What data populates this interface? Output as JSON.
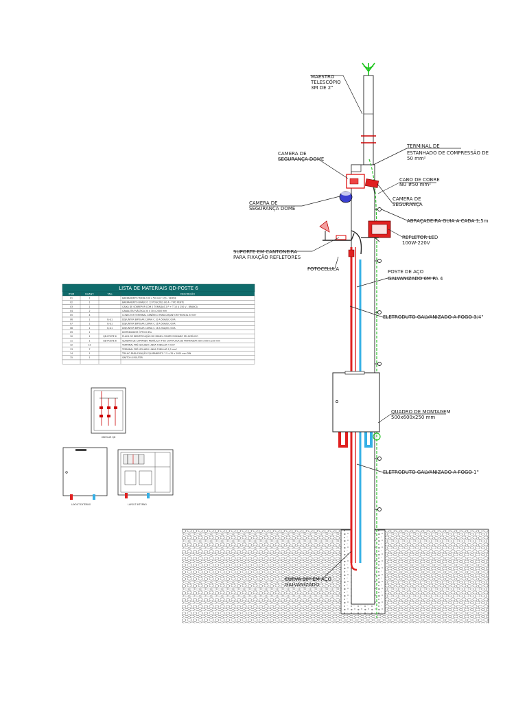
{
  "labels": {
    "mast": [
      "MAESTRO",
      "TELESCÓPIO",
      "3M DE 2\""
    ],
    "camera_dome_1": [
      "CAMERA DE",
      "SEGURANÇA DOME"
    ],
    "camera_dome_2": [
      "CAMERA DE",
      "SEGURANÇA DOME"
    ],
    "terminal": [
      "TERMINAL DE",
      "ESTANHADO DE COMPRESSÃO DE",
      "50 mm²"
    ],
    "cable": [
      "CABO DE COBRE",
      "NU #50 mm²"
    ],
    "camera": [
      "CAMERA DE",
      "SEGURANÇA"
    ],
    "clamp": "ABRAÇADEIRA GUIA A CADA 1,5m",
    "reflector": [
      "REFLETOR LED",
      "100W-220V"
    ],
    "bracket": [
      "SUPORTE EM CANTONEIRA",
      "PARA FIXAÇÃO REFLETORES"
    ],
    "photocell": "FOTOCELULA",
    "pole": [
      "POSTE DE AÇO",
      "GALVANIZADO 6M PA 4"
    ],
    "conduit_34": "ELETRODUTO GALVANIZADO A FOGO 3/4\"",
    "panel": [
      "QUADRO DE MONTAGEM",
      "500x600x250 mm"
    ],
    "conduit_1": "ELETRODUTO GALVANIZADO A FOGO 1\"",
    "curve": [
      "CURVA 90º EM AÇO",
      "GALVANIZADO"
    ]
  },
  "materials": {
    "title": "LISTA DE MATERIAIS QD-POSTE 6",
    "headers": [
      "ITEM",
      "QUANT.",
      "TAG",
      "DESCRIÇÃO"
    ],
    "rows": [
      [
        "01",
        "1",
        "",
        "BARRAMENTO TERRA 100 x 50 mm² 100 - VERDE"
      ],
      [
        "02",
        "1",
        "",
        "BARRAMENTO BIFÁSICO 12 POSIÇÕES 80 A - TIPO PENTE"
      ],
      [
        "03",
        "1",
        "",
        "CAIXA DE SOBREPOR COM 2 TOMADAS 2 P + T 10 A 250 V - BRANCA"
      ],
      [
        "04",
        "2",
        "",
        "CANALETA PLÁSTICA 30 x 30 x 2000 mm"
      ],
      [
        "05",
        "4",
        "",
        "CONECTOR TERMINAL GENÉRICO PARA DISJUNTOR FRONTAL 6 mm²"
      ],
      [
        "06",
        "1",
        "Q-G1",
        "DISJUNTOR BIPOLAR CURVA C 20 A 5KA/IEC 6 KA"
      ],
      [
        "07",
        "1",
        "Q-G1",
        "DISJUNTOR BIPOLAR CURVA C 16 A 5KA/IEC 6 KA"
      ],
      [
        "08",
        "1",
        "Q-G1",
        "DISJUNTOR BIPOLAR CURVA C 16 A 5KA/IEC 6 KA"
      ],
      [
        "09",
        "1",
        "",
        "DISTRIBUIDOR ÓPTICO 8Fo"
      ],
      [
        "10",
        "1",
        "QD-POSTE 6",
        "PLACA DE IDENTIFICAÇÃO DO PAINEL CONFECCIONADO EM ACRÍLICO"
      ],
      [
        "11",
        "1",
        "QD-POSTE 6",
        "QUADRO DE COMANDO METÁLICO IP 65 COM PLACA DE MONTAGEM 500 x 600 x 250 mm"
      ],
      [
        "12",
        "12",
        "",
        "TERMINAL PRÉ-ISOLADO LINHA TUBULAR 4 mm²"
      ],
      [
        "13",
        "7",
        "",
        "TERMINAL PRÉ-ISOLADO LINHA TUBULAR 2,5 mm²"
      ],
      [
        "14",
        "1",
        "",
        "TRILHO PARA FIXAÇÃO EQUIPAMENTO 7.5 x 35 x 2000 mm DIN"
      ],
      [
        "15",
        "1",
        "",
        "SWITCH 8 ROUTER"
      ],
      [
        "",
        "",
        "",
        ""
      ]
    ]
  },
  "small_captions": {
    "unifilar": "UNIFILAR QD",
    "external": "LAYOUT EXTERNO",
    "internal": "LAYOUT INTERNO"
  }
}
